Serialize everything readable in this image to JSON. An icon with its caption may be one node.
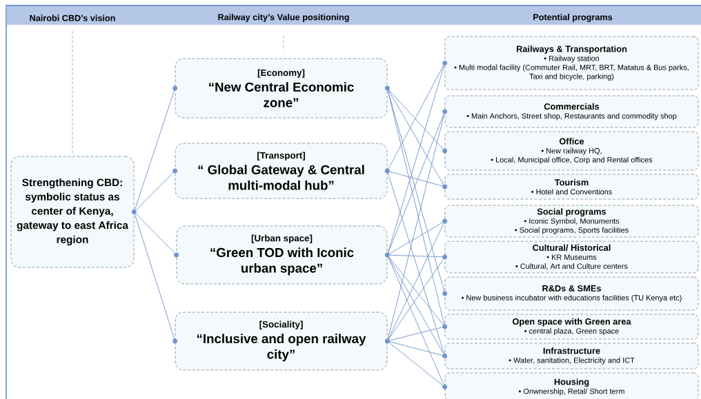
{
  "diagram": {
    "nodes": [
      {
        "text": [
          "Strengthening CBD: symbolic status as center of Kenya, gateway to east Africa region"
        ]
      },
      {
        "text": [
          "[Economy]",
          "“New Central Economic zone”"
        ]
      },
      {
        "text": [
          "[Transport]",
          "“ Global Gateway & Central multi-modal hub”"
        ]
      },
      {
        "text": [
          "[Urban space]",
          "“Green TOD with Iconic urban space”"
        ]
      },
      {
        "text": [
          "[Sociality]",
          "“Inclusive and open railway city”"
        ]
      },
      {
        "text": [
          "Railways  & Transportation",
          "• Railway station",
          "• Multi modal facility (Commuter Rail, MRT, BRT, Matatus & Bus parks, Taxi and bicycle, parking)"
        ]
      },
      {
        "text": [
          "Commercials",
          "• Main Anchors, Street shop, Restaurants and commodity shop"
        ]
      },
      {
        "text": [
          "Office",
          "• New railway HQ,",
          "• Local, Municipal office, Corp and Rental offices"
        ]
      },
      {
        "text": [
          "Tourism",
          "• Hotel and Conventions"
        ]
      },
      {
        "text": [
          "Social programs",
          "• Iconic Symbol, Monuments",
          "• Social programs, Sports facilities"
        ]
      },
      {
        "text": [
          "Cultural/ Historical",
          "• KR Museums",
          "• Cultural, Art and Culture centers"
        ]
      },
      {
        "text": [
          "R&Ds & SMEs",
          "• New business incubator with educations facilities (TU Kenya etc)"
        ]
      },
      {
        "text": [
          "Open space with Green area",
          "• central plaza,  Green space"
        ]
      },
      {
        "text": [
          "Infrastructure",
          "• Water, sanitation, Electricity and ICT"
        ]
      },
      {
        "text": [
          "Housing",
          "• Onwnership, Retal/ Short term"
        ]
      }
    ],
    "edges": [
      {
        "from": 0,
        "to": 1,
        "arrow": "none"
      },
      {
        "from": 0,
        "to": 2,
        "arrow": "none"
      },
      {
        "from": 0,
        "to": 3,
        "arrow": "none"
      },
      {
        "from": 0,
        "to": 4,
        "arrow": "none"
      },
      {
        "from": 1,
        "to": 7,
        "arrow": "none"
      },
      {
        "from": 1,
        "to": 8,
        "arrow": "none"
      },
      {
        "from": 1,
        "to": 11,
        "arrow": "none"
      },
      {
        "from": 1,
        "to": 12,
        "arrow": "none"
      },
      {
        "from": 2,
        "to": 5,
        "arrow": "none"
      },
      {
        "from": 2,
        "to": 8,
        "arrow": "none"
      },
      {
        "from": 2,
        "to": 13,
        "arrow": "none"
      },
      {
        "from": 3,
        "to": 5,
        "arrow": "none"
      },
      {
        "from": 3,
        "to": 6,
        "arrow": "none"
      },
      {
        "from": 3,
        "to": 9,
        "arrow": "none"
      },
      {
        "from": 3,
        "to": 10,
        "arrow": "none"
      },
      {
        "from": 3,
        "to": 12,
        "arrow": "none"
      },
      {
        "from": 3,
        "to": 13,
        "arrow": "none"
      },
      {
        "from": 3,
        "to": 14,
        "arrow": "none"
      },
      {
        "from": 4,
        "to": 6,
        "arrow": "none"
      },
      {
        "from": 4,
        "to": 9,
        "arrow": "none"
      },
      {
        "from": 4,
        "to": 10,
        "arrow": "none"
      },
      {
        "from": 4,
        "to": 12,
        "arrow": "none"
      },
      {
        "from": 4,
        "to": 13,
        "arrow": "none"
      },
      {
        "from": 4,
        "to": 14,
        "arrow": "none"
      }
    ],
    "labels": [
      "Nairobi CBD’s vision",
      "Railway  city’s Value positioning",
      "Potential programs"
    ]
  }
}
